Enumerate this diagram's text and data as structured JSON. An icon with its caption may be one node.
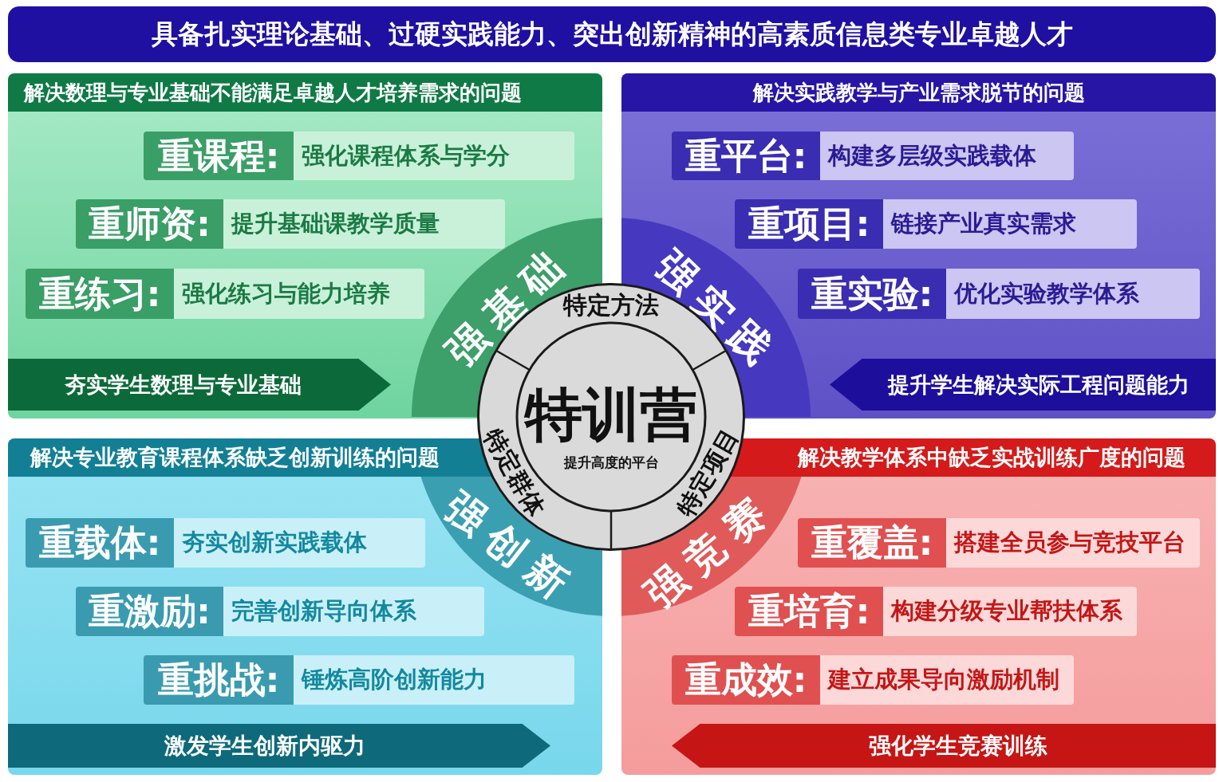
{
  "diagram": {
    "title": "具备扎实理论基础、过硬实践能力、突出创新精神的高素质信息类专业卓越人才",
    "nodes": [
      {
        "text": [
          "解决数理与专业基础不能满足卓越人才培养需求的问题"
        ]
      },
      {
        "text": [
          "重课程:"
        ],
        "in": 0
      },
      {
        "text": [
          "强化课程体系与学分"
        ],
        "in": 0
      },
      {
        "text": [
          "重师资:"
        ],
        "in": 0
      },
      {
        "text": [
          "提升基础课教学质量"
        ],
        "in": 0
      },
      {
        "text": [
          "重练习:"
        ],
        "in": 0
      },
      {
        "text": [
          "强化练习与能力培养"
        ],
        "in": 0
      },
      {
        "text": [
          "夯实学生数理与专业基础"
        ],
        "in": 0
      },
      {
        "text": [
          "解决实践教学与产业需求脱节的问题"
        ]
      },
      {
        "text": [
          "重平台:"
        ],
        "in": 8
      },
      {
        "text": [
          "构建多层级实践载体"
        ],
        "in": 8
      },
      {
        "text": [
          "重项目:"
        ],
        "in": 8
      },
      {
        "text": [
          "链接产业真实需求"
        ],
        "in": 8
      },
      {
        "text": [
          "重实验:"
        ],
        "in": 8
      },
      {
        "text": [
          "优化实验教学体系"
        ],
        "in": 8
      },
      {
        "text": [
          "提升学生解决实际工程问题能力"
        ],
        "in": 8
      },
      {
        "text": [
          "解决专业教育课程体系缺乏创新训练的问题"
        ]
      },
      {
        "text": [
          "重载体:"
        ],
        "in": 16
      },
      {
        "text": [
          "夯实创新实践载体"
        ],
        "in": 16
      },
      {
        "text": [
          "重激励:"
        ],
        "in": 16
      },
      {
        "text": [
          "完善创新导向体系"
        ],
        "in": 16
      },
      {
        "text": [
          "重挑战:"
        ],
        "in": 16
      },
      {
        "text": [
          "锤炼高阶创新能力"
        ],
        "in": 16
      },
      {
        "text": [
          "激发学生创新内驱力"
        ],
        "in": 16
      },
      {
        "text": [
          "解决教学体系中缺乏实战训练广度的问题"
        ]
      },
      {
        "text": [
          "重覆盖:"
        ],
        "in": 24
      },
      {
        "text": [
          "搭建全员参与竞技平台"
        ],
        "in": 24
      },
      {
        "text": [
          "重培育:"
        ],
        "in": 24
      },
      {
        "text": [
          "构建分级专业帮扶体系"
        ],
        "in": 24
      },
      {
        "text": [
          "重成效:"
        ],
        "in": 24
      },
      {
        "text": [
          "建立成果导向激励机制"
        ],
        "in": 24
      },
      {
        "text": [
          "强化学生竞赛训练"
        ],
        "in": 24
      },
      {
        "text": [
          "强基础"
        ],
        "in": 0
      },
      {
        "text": [
          "强实践"
        ],
        "in": 8
      },
      {
        "text": [
          "强创新"
        ],
        "in": 16
      },
      {
        "text": [
          "强竞赛"
        ],
        "in": 24
      },
      {
        "text": [
          "特训营",
          "提升高度的平台"
        ]
      },
      {
        "text": [
          "特定方法"
        ],
        "in": 36
      },
      {
        "text": [
          "特定项目"
        ],
        "in": 36
      },
      {
        "text": [
          "特定群体"
        ],
        "in": 36
      }
    ]
  }
}
